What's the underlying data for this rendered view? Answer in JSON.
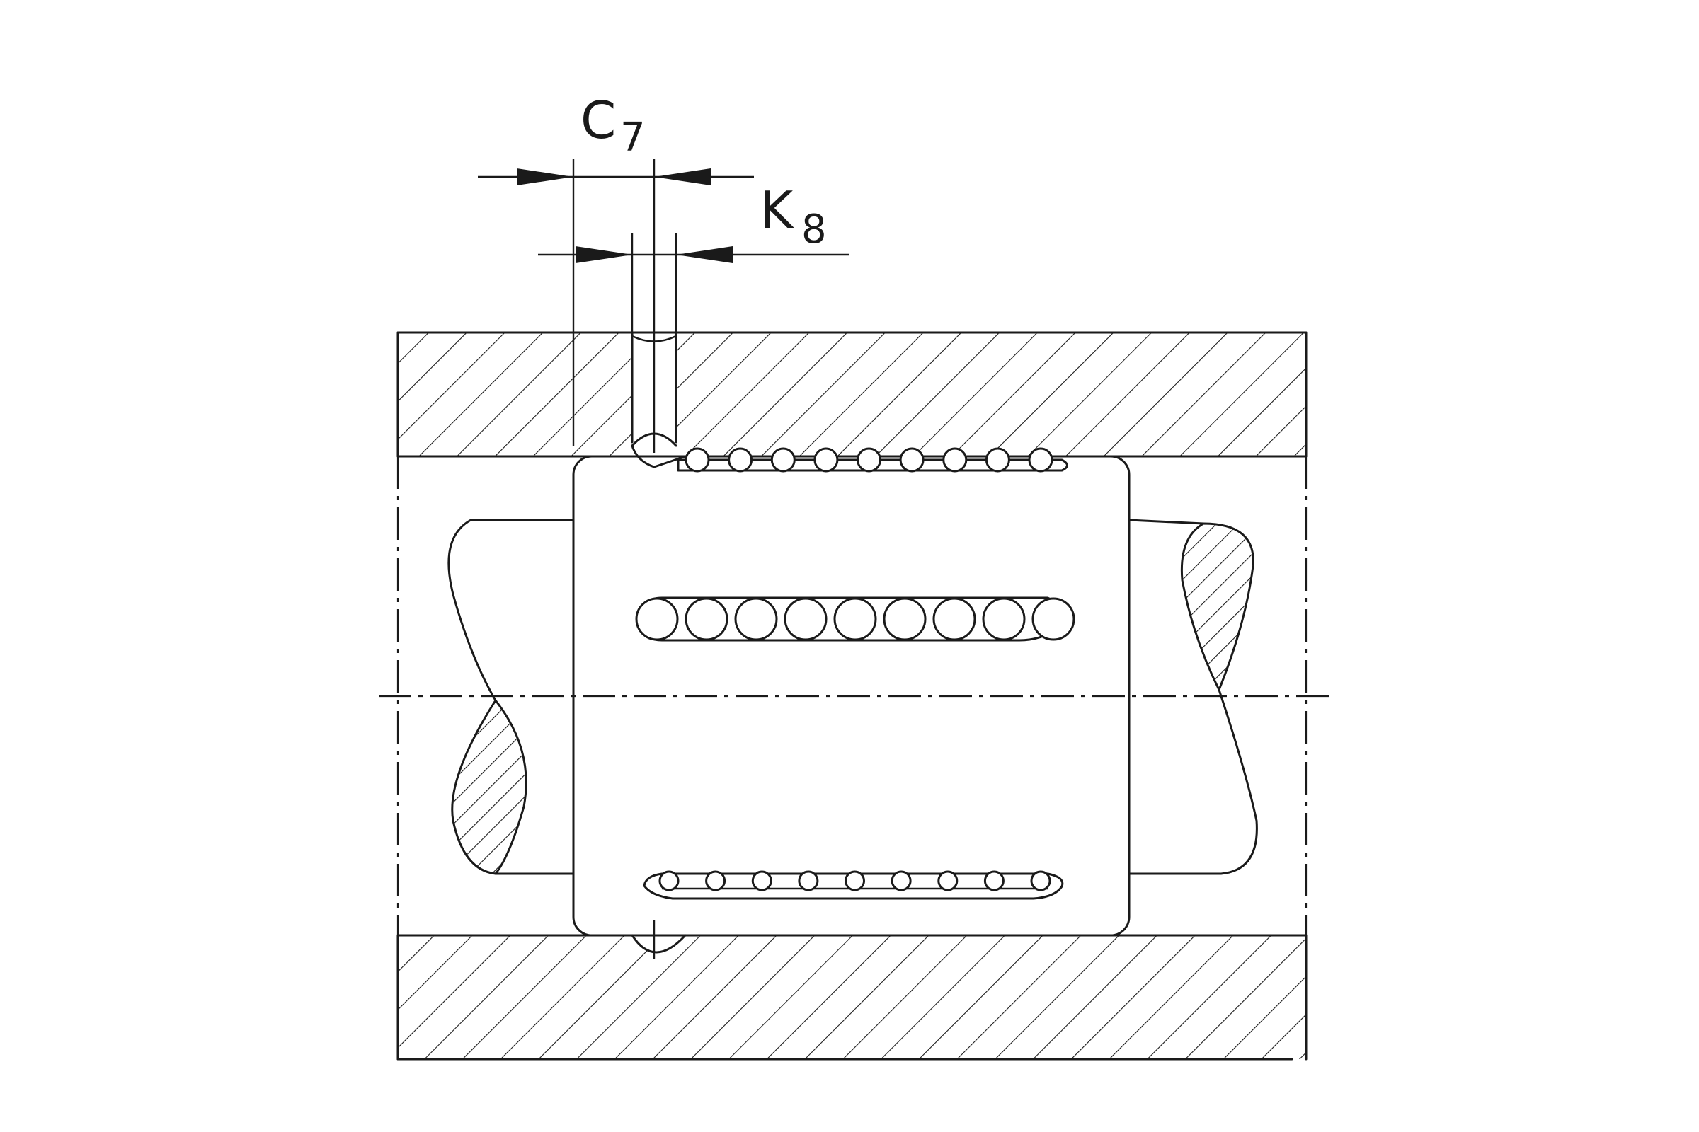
{
  "dimensions": {
    "c": {
      "letter": "C",
      "subscript": "7"
    },
    "k": {
      "letter": "K",
      "subscript": "8"
    }
  },
  "ball_rows": {
    "upper": {
      "visible_balls": 9
    },
    "lower": {
      "visible_balls": 9
    },
    "top_edge": {
      "visible_balls": 9
    }
  },
  "colors": {
    "line": "#1a1a1a",
    "background": "#ffffff"
  }
}
